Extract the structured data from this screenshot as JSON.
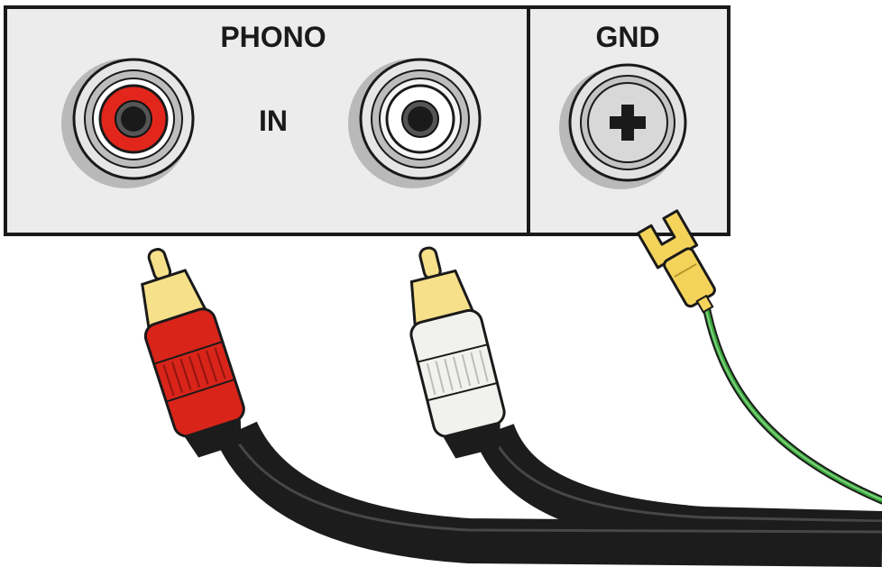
{
  "panel": {
    "phono_label": "PHONO",
    "in_label": "IN",
    "gnd_label": "GND"
  },
  "colors": {
    "panel_fill": "#ececec",
    "panel_stroke": "#1a1a1a",
    "jack_red": "#e3261c",
    "jack_white": "#ffffff",
    "plug_red": "#d9241a",
    "plug_white": "#f1f1ee",
    "plug_gold": "#f6e08a",
    "cable_black": "#1c1c1c",
    "ground_wire": "#3aa83a",
    "spade_gold": "#f4d35a"
  },
  "icons": {
    "ground_screw": "plus-screw-icon"
  }
}
